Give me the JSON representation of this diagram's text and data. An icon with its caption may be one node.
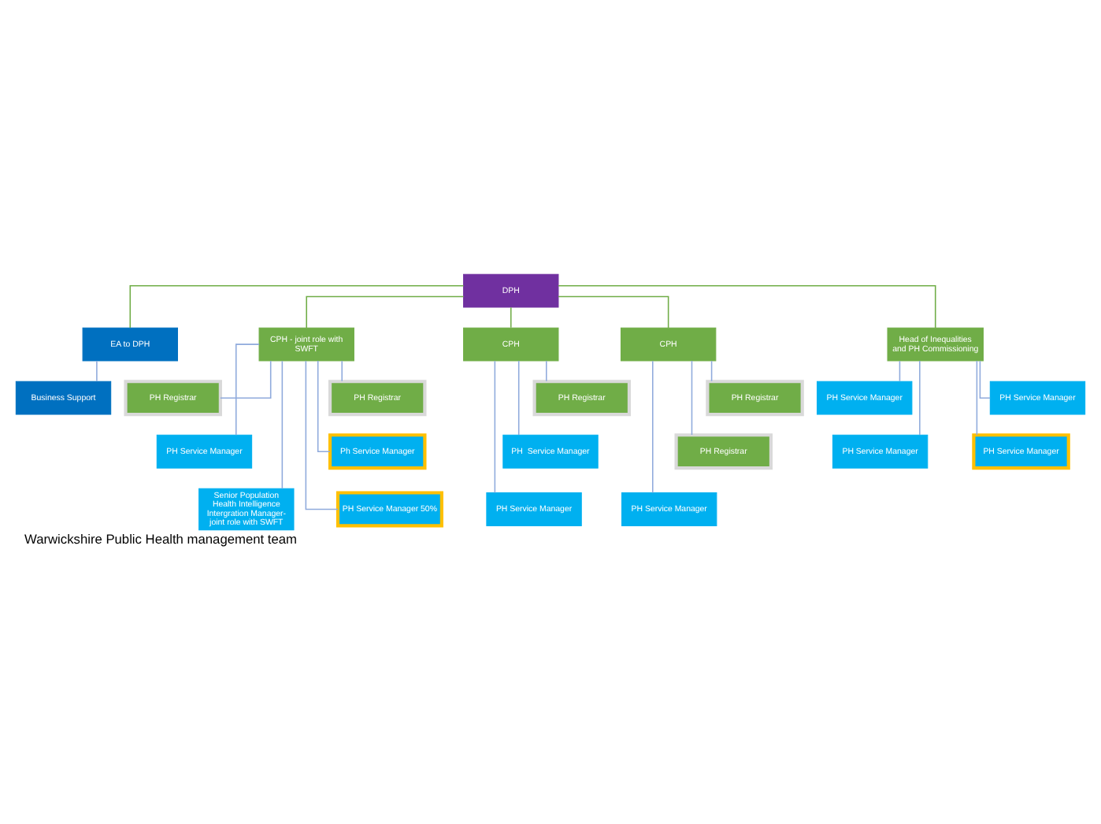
{
  "diagram": {
    "caption": "Warwickshire Public Health management team",
    "nodes": [
      {
        "text": [
          "DPH"
        ]
      },
      {
        "text": [
          "EA to DPH"
        ]
      },
      {
        "text": [
          "Business Support"
        ]
      },
      {
        "text": [
          "CPH - joint role with SWFT"
        ]
      },
      {
        "text": [
          "CPH"
        ]
      },
      {
        "text": [
          "CPH"
        ]
      },
      {
        "text": [
          "Head of Inequalities and PH Commissioning"
        ]
      },
      {
        "text": [
          "PH Registrar"
        ]
      },
      {
        "text": [
          "PH Registrar"
        ]
      },
      {
        "text": [
          "PH Registrar"
        ]
      },
      {
        "text": [
          "PH Registrar"
        ]
      },
      {
        "text": [
          "PH Service Manager"
        ]
      },
      {
        "text": [
          "PH Service Manager"
        ]
      },
      {
        "text": [
          "Ph Service Manager"
        ]
      },
      {
        "text": [
          "PH Service Manager"
        ]
      },
      {
        "text": [
          "PH  Service Manager"
        ]
      },
      {
        "text": [
          "PH Registrar"
        ]
      },
      {
        "text": [
          "PH Service Manager"
        ]
      },
      {
        "text": [
          "PH Service Manager"
        ]
      },
      {
        "text": [
          "PH Service Manager 50%"
        ]
      },
      {
        "text": [
          "Senior Population Health Intelligence Intergration Manager- joint role with SWFT"
        ]
      },
      {
        "text": [
          "PH Service Manager"
        ]
      },
      {
        "text": [
          "PH Service Manager"
        ]
      }
    ],
    "edges": [
      {
        "from": 0,
        "to": 1,
        "arrow": "none",
        "color": "#70ad47"
      },
      {
        "from": 1,
        "to": 2,
        "arrow": "none"
      },
      {
        "from": 0,
        "to": 3,
        "arrow": "none",
        "color": "#70ad47"
      },
      {
        "from": 0,
        "to": 4,
        "arrow": "none",
        "color": "#70ad47"
      },
      {
        "from": 0,
        "to": 5,
        "arrow": "none",
        "color": "#70ad47"
      },
      {
        "from": 0,
        "to": 6,
        "arrow": "none",
        "color": "#70ad47"
      },
      {
        "from": 3,
        "to": 7,
        "arrow": "none"
      },
      {
        "from": 3,
        "to": 8,
        "arrow": "none"
      },
      {
        "from": 3,
        "to": 13,
        "arrow": "none"
      },
      {
        "from": 3,
        "to": 14,
        "arrow": "none"
      },
      {
        "from": 3,
        "to": 19,
        "arrow": "none"
      },
      {
        "from": 3,
        "to": 20,
        "arrow": "none"
      },
      {
        "from": 4,
        "to": 9,
        "arrow": "none"
      },
      {
        "from": 4,
        "to": 15,
        "arrow": "none"
      },
      {
        "from": 4,
        "to": 21,
        "arrow": "none"
      },
      {
        "from": 5,
        "to": 10,
        "arrow": "none"
      },
      {
        "from": 5,
        "to": 16,
        "arrow": "none"
      },
      {
        "from": 5,
        "to": 22,
        "arrow": "none"
      },
      {
        "from": 6,
        "to": 11,
        "arrow": "none"
      },
      {
        "from": 6,
        "to": 12,
        "arrow": "none"
      },
      {
        "from": 6,
        "to": 17,
        "arrow": "none"
      },
      {
        "from": 6,
        "to": 18,
        "arrow": "none"
      }
    ]
  }
}
